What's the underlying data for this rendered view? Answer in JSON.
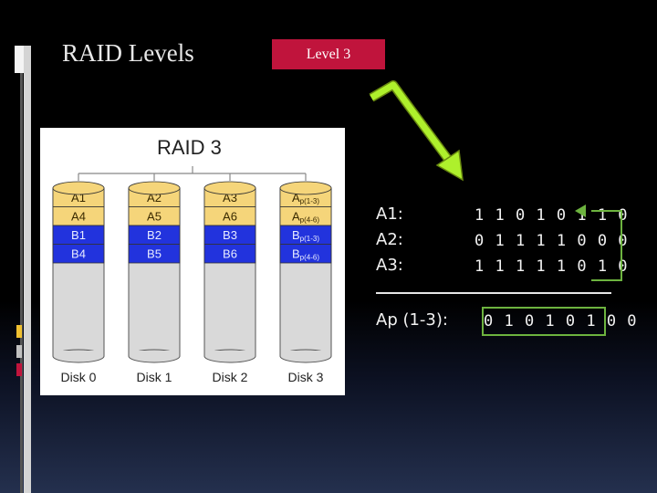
{
  "slide": {
    "title": "RAID Levels",
    "level_label": "Level 3"
  },
  "diagram": {
    "title": "RAID 3",
    "disks": [
      {
        "name": "Disk 0",
        "blocks": [
          "A1",
          "A4",
          "B1",
          "B4"
        ]
      },
      {
        "name": "Disk 1",
        "blocks": [
          "A2",
          "A5",
          "B2",
          "B5"
        ]
      },
      {
        "name": "Disk 2",
        "blocks": [
          "A3",
          "A6",
          "B3",
          "B6"
        ]
      },
      {
        "name": "Disk 3",
        "blocks": [
          {
            "main": "A",
            "sub": "p(1-3)"
          },
          {
            "main": "A",
            "sub": "p(4-6)"
          },
          {
            "main": "B",
            "sub": "p(1-3)"
          },
          {
            "main": "B",
            "sub": "p(4-6)"
          }
        ]
      }
    ]
  },
  "parity": {
    "rows": [
      {
        "label": "A1:",
        "bits": "1 1 0 1 0 1 1 0"
      },
      {
        "label": "A2:",
        "bits": "0 1 1 1 1 0 0 0"
      },
      {
        "label": "A3:",
        "bits": "1 1 1 1 1 0 1 0"
      }
    ],
    "result": {
      "label": "Ap (1-3):",
      "bits": "0 1 0 1 0 1 0 0"
    }
  },
  "colors": {
    "title_box": "#c0143c",
    "gold_block": "#f5d57a",
    "blue_block": "#2233dd",
    "gray_body": "#d9d9d9",
    "arrow": "#aef02c",
    "highlight": "#6db33f"
  }
}
